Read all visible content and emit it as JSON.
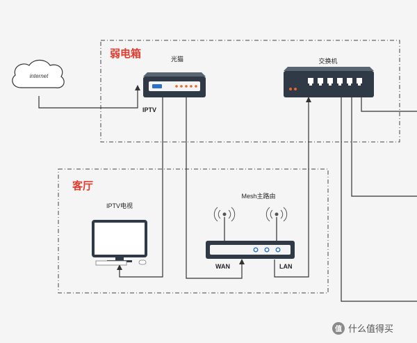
{
  "zones": {
    "weak_box": {
      "label": "弱电箱"
    },
    "living_room": {
      "label": "客厅"
    }
  },
  "devices": {
    "internet": {
      "label": "internet"
    },
    "modem": {
      "label": "光猫",
      "port": "IPTV"
    },
    "switch": {
      "label": "交换机"
    },
    "tv": {
      "label": "IPTV电视"
    },
    "mesh_router": {
      "label": "Mesh主路由",
      "wan": "WAN",
      "lan": "LAN"
    }
  },
  "watermark": {
    "badge": "值",
    "text": "什么值得买"
  },
  "colors": {
    "zone_label": "#e23b2e",
    "device_dark": "#2f3a46",
    "accent_orange": "#e8662a",
    "accent_blue": "#2a72c8",
    "wire": "#333333"
  }
}
